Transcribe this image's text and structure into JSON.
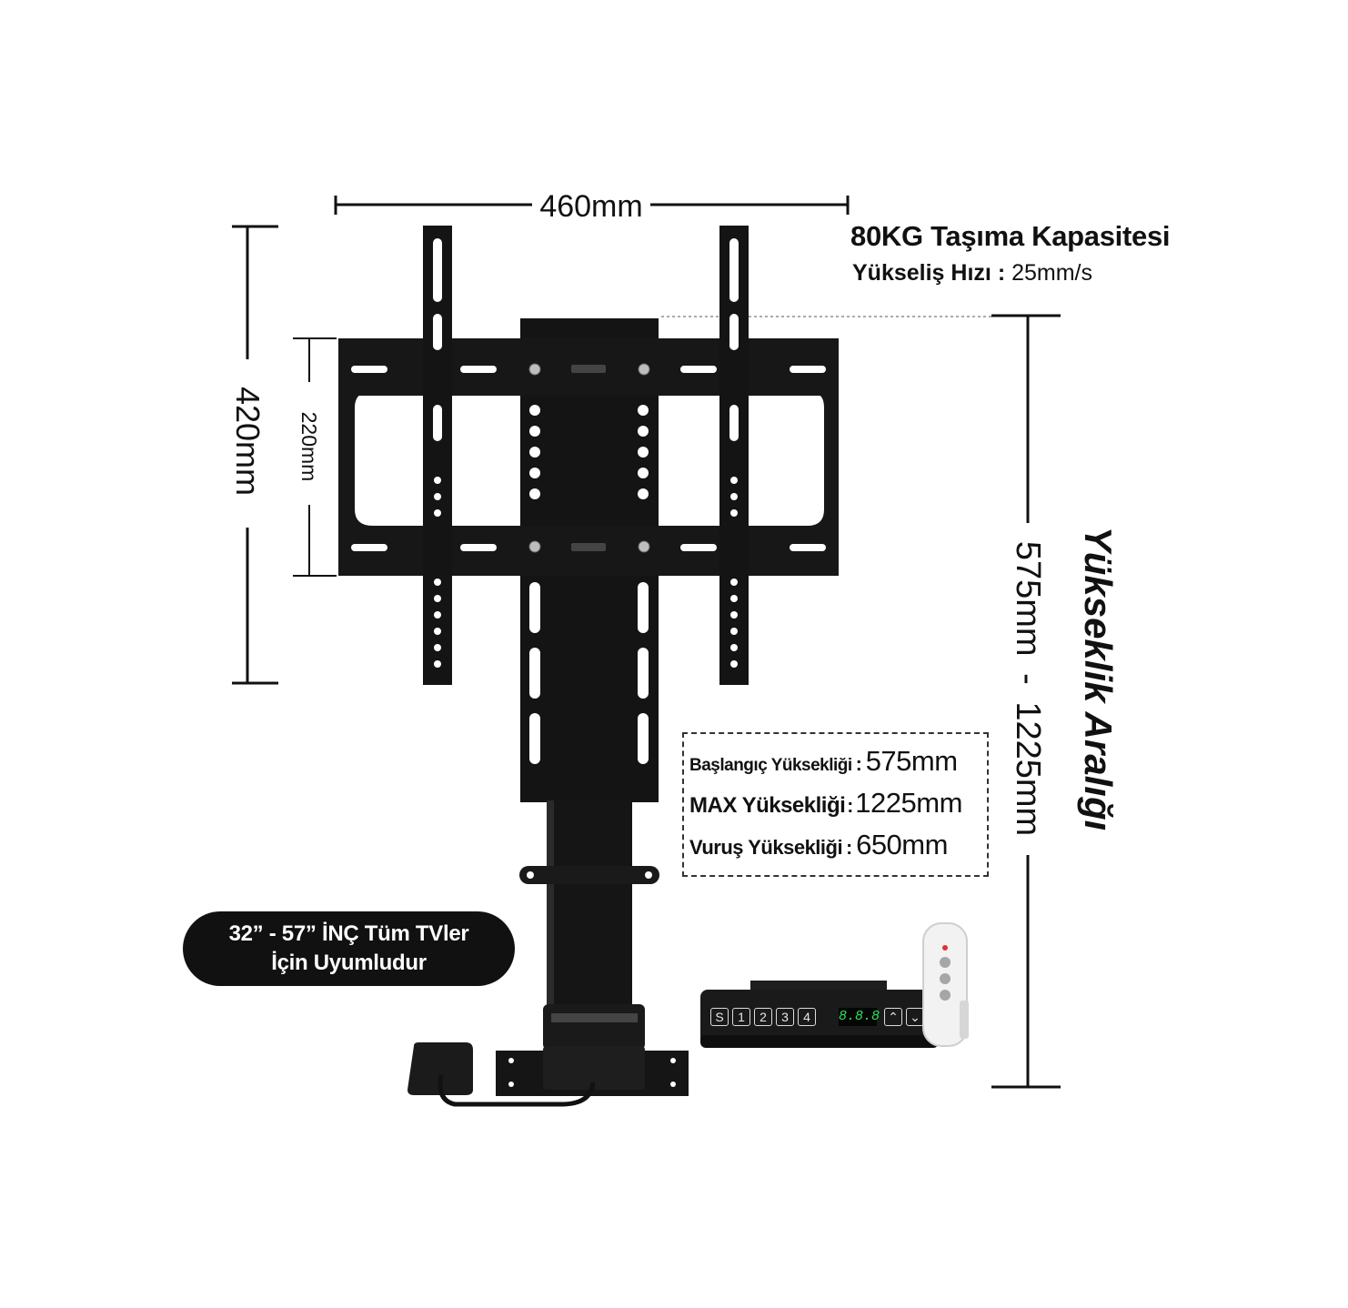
{
  "dimensions": {
    "width_label": "460mm",
    "outer_height_label": "420mm",
    "inner_height_label": "220mm",
    "height_range_min": "575mm",
    "height_range_sep": "-",
    "height_range_max": "1225mm"
  },
  "capacity": {
    "title": "80KG Taşıma Kapasitesi",
    "speed_label": "Yükseliş Hızı",
    "speed_sep": ":",
    "speed_value": "25mm/s"
  },
  "height_range_title": "Yükseklik Aralığı",
  "specs": [
    {
      "label": "Başlangıç Yüksekliği",
      "sep": ":",
      "value": "575mm"
    },
    {
      "label": "MAX Yüksekliği",
      "sep": ":",
      "value": "1225mm"
    },
    {
      "label": "Vuruş Yüksekliği",
      "sep": ":",
      "value": "650mm"
    }
  ],
  "compatibility": {
    "line1": "32” - 57” İNÇ Tüm TVler",
    "line2": "İçin Uyumludur"
  },
  "control_panel": {
    "buttons": [
      "S",
      "1",
      "2",
      "3",
      "4"
    ],
    "display": "8.8.8",
    "colors": {
      "display": "#2ee05a",
      "body": "#1a1a1a"
    }
  },
  "colors": {
    "product": "#111111",
    "accent_line": "#111111"
  }
}
